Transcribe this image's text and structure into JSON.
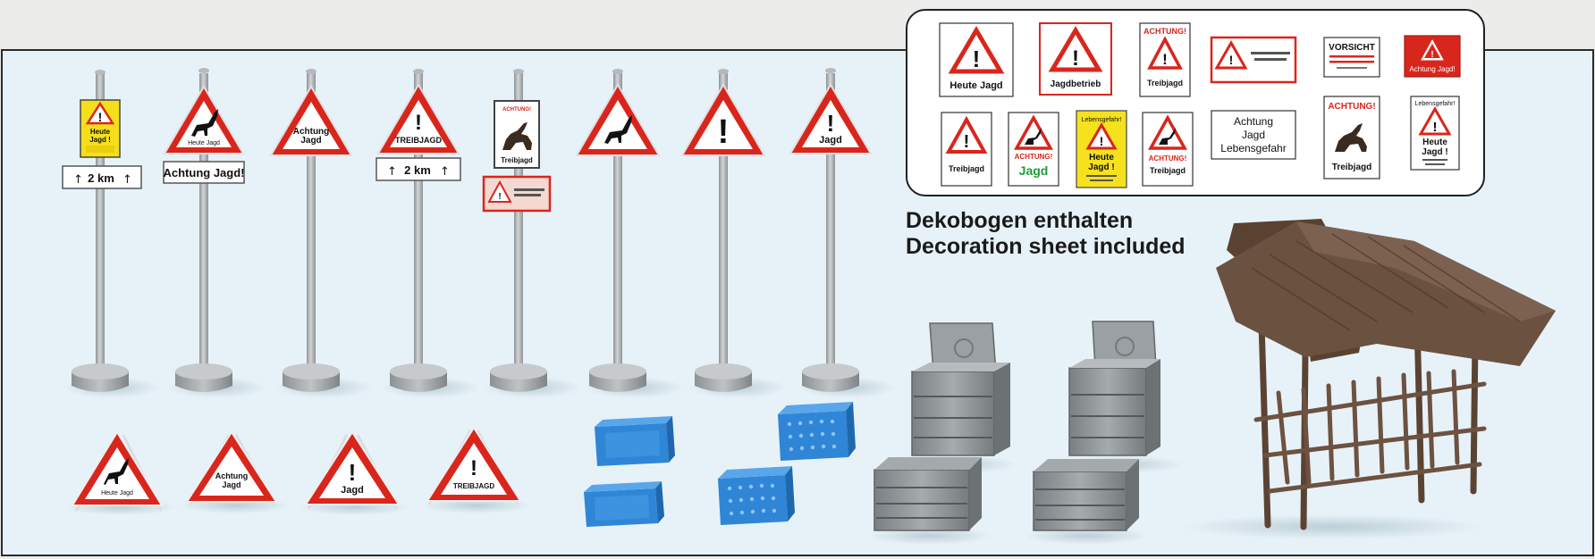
{
  "sign_texts": {
    "heute_jagd_yellow": [
      "Heute",
      "Jagd !"
    ],
    "distance": "2 km",
    "achtung_jagd": "Achtung Jagd!",
    "heute_jagd_tri": "Heute Jagd",
    "achtung_jagd_tri": [
      "Achtung",
      "Jagd"
    ],
    "treibjagd_upper": "TREIBJAGD",
    "treibjagd": "Treibjagd",
    "jagd": "Jagd",
    "achtung_header": "ACHTUNG!"
  },
  "decoration_sheet": {
    "labels": {
      "heute_jagd": "Heute Jagd",
      "jagdbetrieb": "Jagdbetrieb",
      "achtung": "ACHTUNG!",
      "treibjagd": "Treibjagd",
      "vorsicht": "VORSICHT",
      "achtung_jagd": "Achtung Jagd!",
      "jagd": "Jagd",
      "lebensgefahr": "Lebensgefahr!",
      "heute_jagd_lines": [
        "Heute",
        "Jagd !"
      ],
      "text_block": [
        "Achtung",
        "Jagd",
        "Lebensgefahr"
      ]
    }
  },
  "caption": {
    "line1": "Dekobogen enthalten",
    "line2": "Decoration sheet included"
  },
  "colors": {
    "panel_background": "#e6f2f8",
    "sign_red": "#d9261c",
    "pole_gray": "#a9adaf",
    "crate_blue": "#2f86d6",
    "box_gray": "#8d9295",
    "feeder_brown": "#6b5140"
  }
}
